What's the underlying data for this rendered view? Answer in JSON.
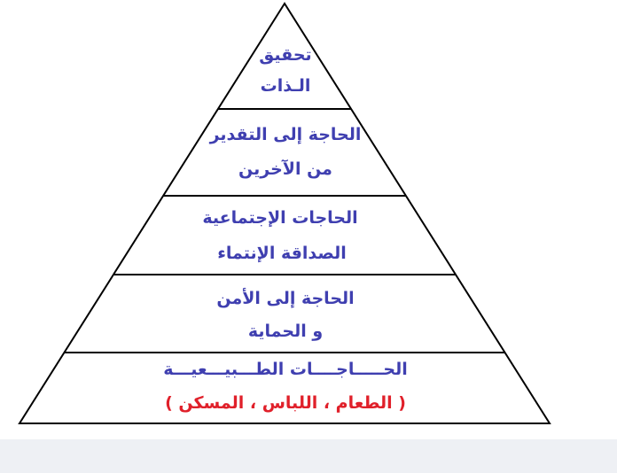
{
  "diagram": {
    "levels": [
      {
        "line1": "تحقيق",
        "line2": "الـذات"
      },
      {
        "line1": "الحاجة إلى التقدير",
        "line2": "من الآخرين"
      },
      {
        "line1": "الحاجات الإجتماعية",
        "line2": "الصداقة  الإنتماء"
      },
      {
        "line1": "الحاجة إلى الأمن",
        "line2": "و الحماية"
      },
      {
        "line1": "الحـــــاجــــات الطـــبيـــعيـــة",
        "line2": "( الطعام ، اللباس ، المسكن )"
      }
    ],
    "colors": {
      "text": "#3f3fb0",
      "highlight_text": "#e0202a",
      "outline": "#000000",
      "footer": "#eef0f4"
    }
  }
}
